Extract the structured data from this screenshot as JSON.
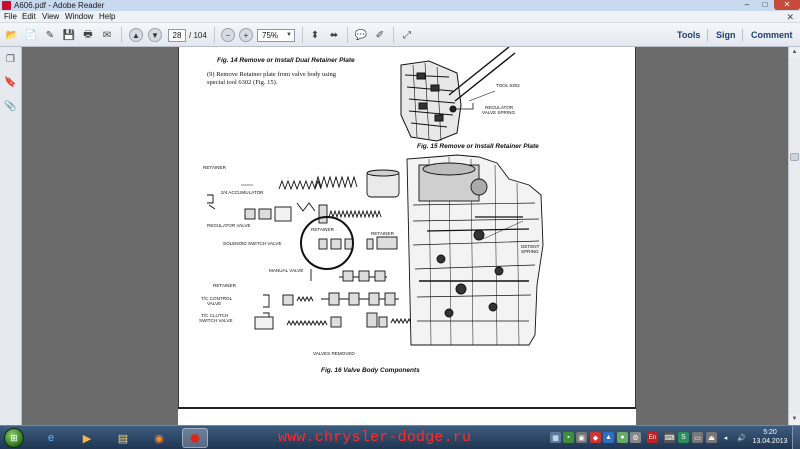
{
  "window": {
    "title": "A606.pdf - Adobe Reader",
    "minimize": "–",
    "maximize": "□",
    "close": "✕"
  },
  "menu": {
    "items": [
      "File",
      "Edit",
      "View",
      "Window",
      "Help"
    ],
    "close": "✕"
  },
  "toolbar": {
    "current_page": "28",
    "total_pages": "/ 104",
    "zoom": "75%",
    "links": [
      "Tools",
      "Sign",
      "Comment"
    ]
  },
  "document": {
    "page": {
      "fig14_caption": "Fig. 14 Remove or Install Dual Retainer Plate",
      "step_text_line1": "(9)  Remove Retainer plate from valve body using",
      "step_text_line2": "special tool 6302 (Fig. 15).",
      "fig15_caption": "Fig. 15 Remove or Install Retainer Plate",
      "fig15_labels": {
        "tool": "TOOL 6302",
        "regulator_spring_1": "REGULATOR",
        "regulator_spring_2": "VALVE SPRING"
      },
      "fig16_labels": {
        "retainer_top": "RETAINER",
        "accumulator": "2/4 ACCUMULATOR",
        "regulator_valve": "REGULATOR VALVE",
        "retainer_mid": "RETAINER",
        "retainer_right": "RETAINER",
        "solenoid_switch": "SOLENOID SWITCH VALVE",
        "detent_1": "DETENT",
        "detent_2": "SPRING",
        "manual_valve": "MANUAL VALVE",
        "retainer_low": "RETAINER",
        "tc_control_1": "T/C CONTROL",
        "tc_control_2": "VALVE",
        "tc_clutch_1": "T/C CLUTCH",
        "tc_clutch_2": "SWITCH VALVE",
        "valves_removed": "VALVES REMOVED"
      },
      "fig16_caption": "Fig. 16 Valve Body Components"
    }
  },
  "taskbar": {
    "watermark": "www.chrysler-dodge.ru",
    "language": "En",
    "time": "5:20",
    "date": "13.04.2013"
  }
}
